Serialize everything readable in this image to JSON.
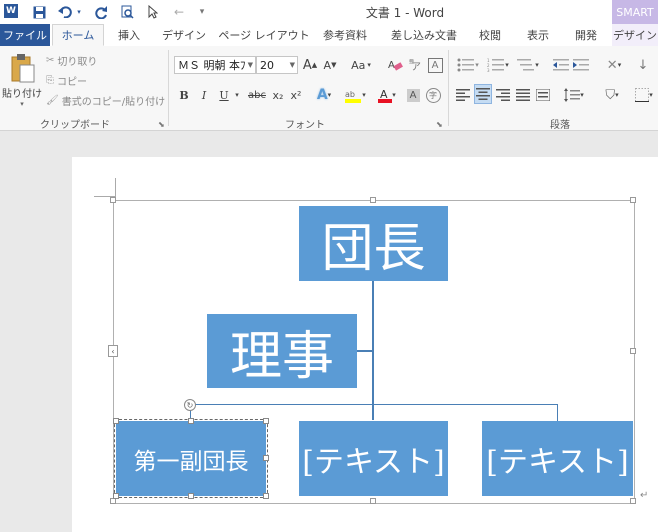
{
  "window": {
    "title": "文書 1 - Word",
    "context_tab": "SMART"
  },
  "quick_access": {
    "app_letter": "W"
  },
  "tabs": [
    {
      "label": "ファイル"
    },
    {
      "label": "ホーム"
    },
    {
      "label": "挿入"
    },
    {
      "label": "デザイン"
    },
    {
      "label": "ページ レイアウト"
    },
    {
      "label": "参考資料"
    },
    {
      "label": "差し込み文書"
    },
    {
      "label": "校閲"
    },
    {
      "label": "表示"
    },
    {
      "label": "開発"
    },
    {
      "label": "デザイン"
    }
  ],
  "clipboard": {
    "paste": "貼り付け",
    "cut": "切り取り",
    "copy": "コピー",
    "format_painter": "書式のコピー/貼り付け",
    "group_label": "クリップボード"
  },
  "font": {
    "name": "ＭＳ 明朝 本ﾌ",
    "size": "20",
    "group_label": "フォント",
    "bold": "B",
    "italic": "I",
    "underline": "U",
    "strike": "abc",
    "subscript": "x₂",
    "superscript": "x²",
    "grow": "A",
    "shrink": "A",
    "case": "Aa",
    "highlight_color": "#ffff00",
    "font_color": "#e81123"
  },
  "paragraph": {
    "group_label": "段落"
  },
  "smartart": {
    "top_node": "団長",
    "assistant_node": "理事",
    "children": [
      "第一副団長",
      "[テキスト]",
      "[テキスト]"
    ],
    "node_color": "#5b9bd5"
  },
  "icons": [
    "word-app-icon",
    "save-icon",
    "undo-icon",
    "redo-icon",
    "print-preview-icon",
    "pointer-icon",
    "back-icon",
    "customize-icon"
  ]
}
